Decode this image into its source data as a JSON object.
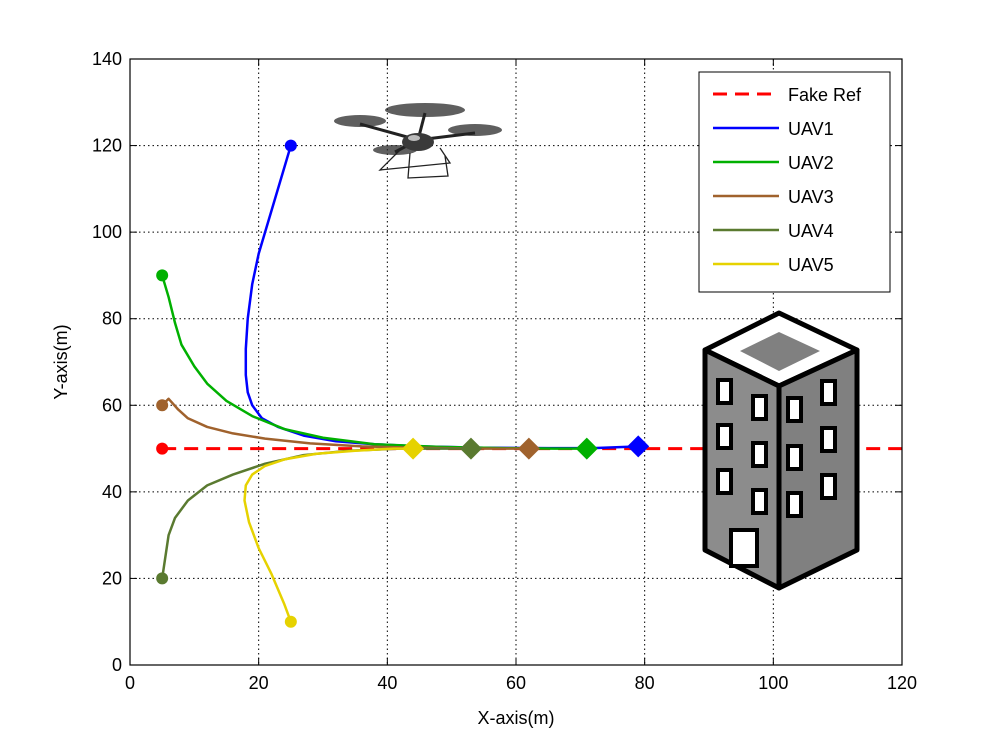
{
  "chart_data": {
    "type": "line",
    "title": "",
    "xlabel": "X-axis(m)",
    "ylabel": "Y-axis(m)",
    "xlim": [
      0,
      120
    ],
    "ylim": [
      0,
      140
    ],
    "xticks": [
      0,
      20,
      40,
      60,
      80,
      100,
      120
    ],
    "yticks": [
      0,
      20,
      40,
      60,
      80,
      100,
      120,
      140
    ],
    "grid": true,
    "legend_position": "top-right",
    "series": [
      {
        "name": "Fake Ref",
        "color": "#ff0000",
        "style": "dashed",
        "x": [
          5,
          120
        ],
        "y": [
          50,
          50
        ],
        "start_marker": "circle",
        "end_marker": null
      },
      {
        "name": "UAV1",
        "color": "#0000ff",
        "style": "solid",
        "x": [
          25,
          24,
          22,
          21,
          20,
          19,
          18.3,
          18,
          18,
          18.3,
          19,
          20.5,
          23,
          27,
          32,
          38,
          45,
          55,
          65,
          72,
          79
        ],
        "y": [
          120,
          115,
          105,
          100,
          95,
          88,
          80,
          73,
          67,
          63,
          60,
          57,
          55,
          53,
          51.7,
          51,
          50.5,
          50.2,
          50.1,
          50.1,
          50.5
        ],
        "start_marker": "circle",
        "end_marker": "diamond"
      },
      {
        "name": "UAV2",
        "color": "#00b000",
        "style": "solid",
        "x": [
          5,
          6,
          7,
          8,
          10,
          12,
          15,
          19,
          24,
          30,
          38,
          48,
          58,
          66,
          71
        ],
        "y": [
          90,
          85,
          79,
          74,
          69,
          65,
          61,
          57.5,
          54.5,
          52.5,
          51,
          50.4,
          50.1,
          50,
          50
        ],
        "start_marker": "circle",
        "end_marker": "diamond"
      },
      {
        "name": "UAV3",
        "color": "#a0622d",
        "style": "solid",
        "x": [
          5,
          6,
          7.5,
          9,
          12,
          16,
          21,
          28,
          36,
          45,
          55,
          62
        ],
        "y": [
          60,
          61.5,
          59,
          57,
          55,
          53.5,
          52.3,
          51.2,
          50.5,
          50.2,
          50,
          50
        ],
        "start_marker": "circle",
        "end_marker": "diamond"
      },
      {
        "name": "UAV4",
        "color": "#5a7a30",
        "style": "solid",
        "x": [
          5,
          5.5,
          6,
          7,
          9,
          12,
          16,
          21,
          27,
          34,
          42,
          50,
          53
        ],
        "y": [
          20,
          25,
          30,
          34,
          38,
          41.5,
          44,
          46.5,
          48.5,
          49.5,
          50,
          50,
          50
        ],
        "start_marker": "circle",
        "end_marker": "diamond"
      },
      {
        "name": "UAV5",
        "color": "#e6d200",
        "style": "solid",
        "x": [
          25,
          24,
          22,
          20,
          18.5,
          17.8,
          18,
          19,
          21,
          24,
          29,
          35,
          41,
          44
        ],
        "y": [
          10,
          14,
          21,
          27,
          33,
          38,
          41.5,
          44,
          46,
          47.5,
          48.8,
          49.5,
          50,
          50
        ],
        "start_marker": "circle",
        "end_marker": "diamond"
      }
    ],
    "icons": [
      "quadcopter-drone-icon",
      "building-icon"
    ]
  }
}
